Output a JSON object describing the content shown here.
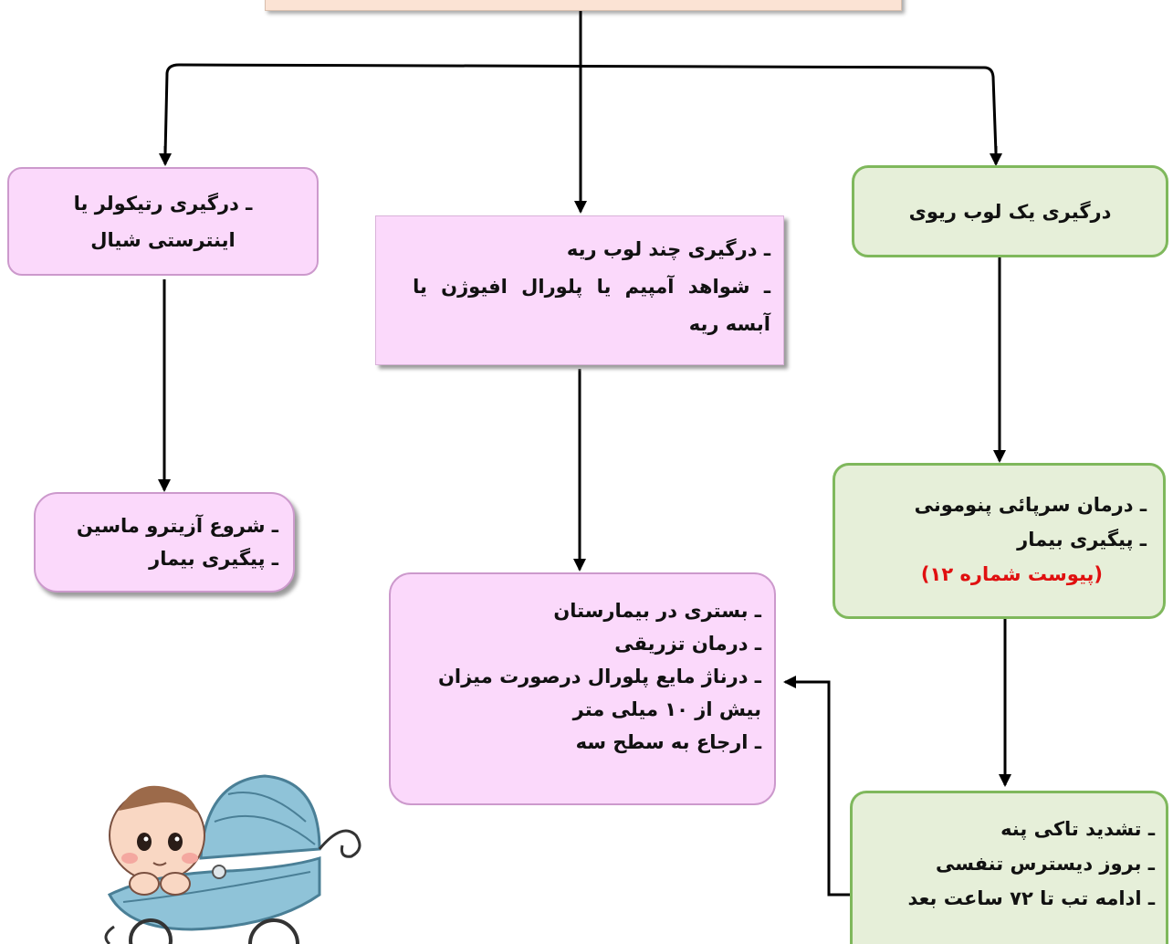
{
  "boxes": {
    "single_lobe": {
      "text": "درگیری یک لوب ریوی"
    },
    "multi_lobe": {
      "line1": "ـ درگیری چند لوب ریه",
      "line2": "ـ شواهد آمپیم یا پلورال افیوژن یا",
      "line3": "آبسه ریه"
    },
    "reticular": {
      "line1": "ـ درگیری رتیکولر یا",
      "line2": "اینترستی شیال"
    },
    "outpatient": {
      "line1": "ـ درمان سرپائی پنومونی",
      "line2": "ـ پیگیری بیمار",
      "line3": "(پیوست شماره ۱۲)"
    },
    "azithro": {
      "line1": "ـ شروع آزیترو ماسین",
      "line2": "ـ پیگیری بیمار"
    },
    "hospital": {
      "line1": "ـ بستری در بیمارستان",
      "line2": "ـ درمان تزریقی",
      "line3": "ـ درناژ مایع پلورال درصورت میزان",
      "line4": "بیش از ۱۰ میلی متر",
      "line5": "ـ ارجاع به سطح سه"
    },
    "worsening": {
      "line1": "ـ تشدید تاکی پنه",
      "line2": "ـ بروز دیسترس تنفسی",
      "line3": "ـ ادامه تب تا ۷۲ ساعت بعد"
    }
  },
  "colors": {
    "green_fill": "#e6efd9",
    "green_border": "#7fb85c",
    "pink_fill": "#fbd9fb",
    "peach_fill": "#fbe3d4",
    "reference_red": "#e01010"
  },
  "illustration": {
    "icon": "baby-stroller-icon"
  }
}
